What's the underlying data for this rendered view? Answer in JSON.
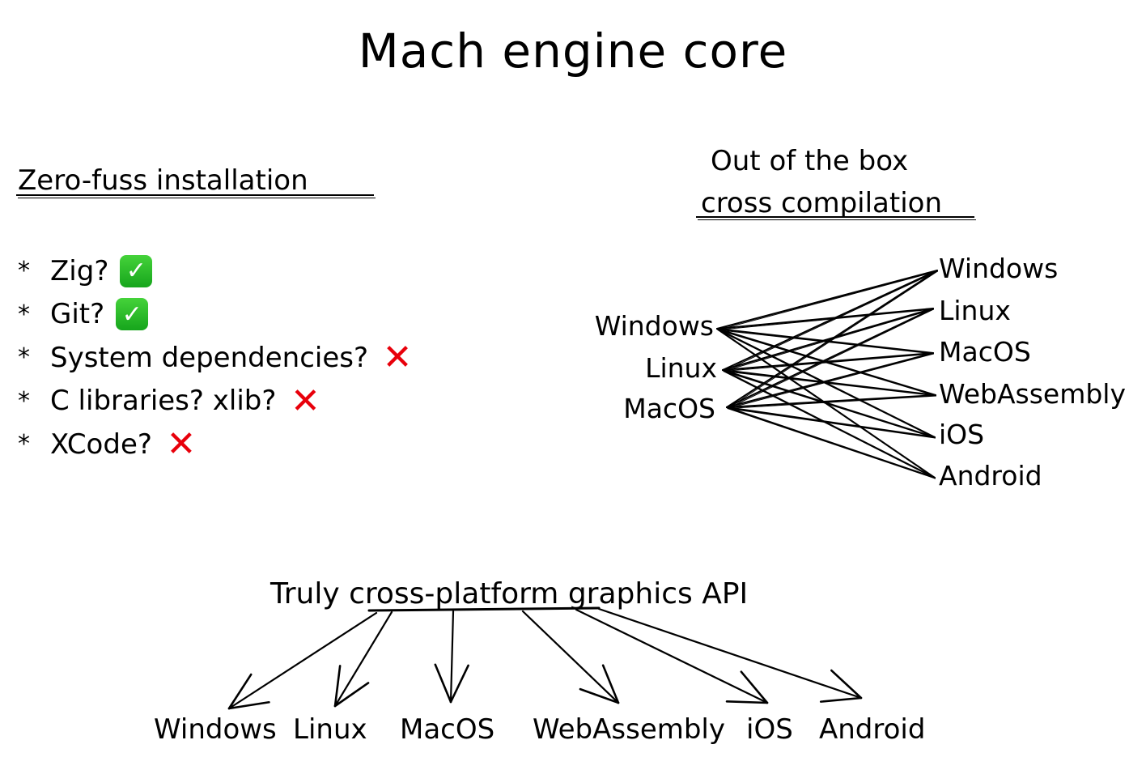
{
  "title": "Mach engine core",
  "zero_fuss": {
    "heading": "Zero-fuss installation",
    "bullet_symbol": "*",
    "items": [
      {
        "label": "Zig?",
        "status": "yes",
        "icon": "check-mark-button-icon",
        "glyph": "✓"
      },
      {
        "label": "Git?",
        "status": "yes",
        "icon": "check-mark-button-icon",
        "glyph": "✓"
      },
      {
        "label": "System dependencies?",
        "status": "no",
        "icon": "cross-mark-icon",
        "glyph": "✕"
      },
      {
        "label": "C libraries? xlib?",
        "status": "no",
        "icon": "cross-mark-icon",
        "glyph": "✕"
      },
      {
        "label": "XCode?",
        "status": "no",
        "icon": "cross-mark-icon",
        "glyph": "✕"
      }
    ]
  },
  "cross_compilation": {
    "heading_line1": "Out of the box",
    "heading_line2": "cross compilation",
    "sources": [
      "Windows",
      "Linux",
      "MacOS"
    ],
    "targets": [
      "Windows",
      "Linux",
      "MacOS",
      "WebAssembly",
      "iOS",
      "Android"
    ]
  },
  "graphics_api": {
    "heading_prefix": "Truly",
    "heading_emphasis": "cross-platform",
    "heading_suffix": "graphics API",
    "targets": [
      "Windows",
      "Linux",
      "MacOS",
      "WebAssembly",
      "iOS",
      "Android"
    ]
  },
  "colors": {
    "ink": "#000000",
    "check_green": "#1fb21f",
    "cross_red": "#e8000b",
    "background": "#ffffff"
  }
}
